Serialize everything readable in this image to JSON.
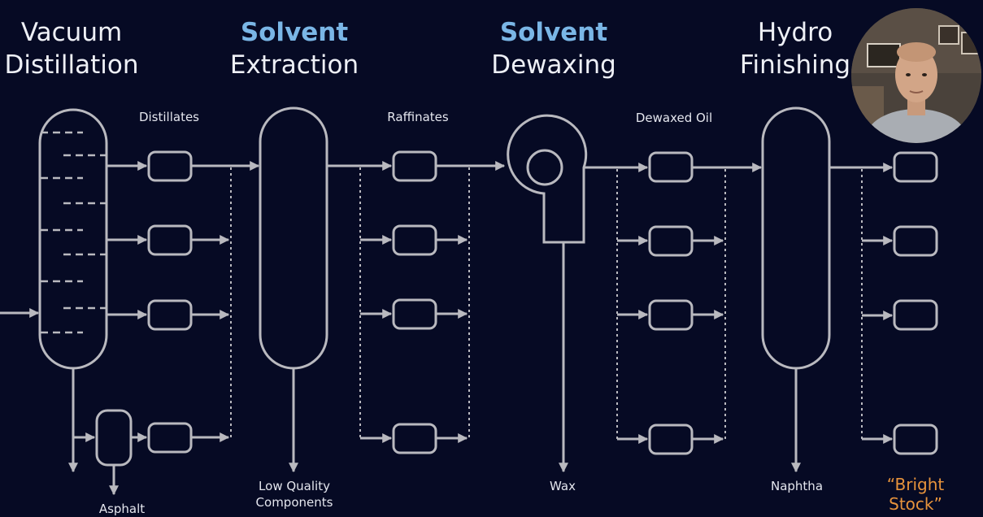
{
  "stages": [
    {
      "accent": "",
      "main": "Vacuum",
      "sub": "Distillation"
    },
    {
      "accent": "Solvent",
      "main": "",
      "sub": "Extraction"
    },
    {
      "accent": "Solvent",
      "main": "",
      "sub": "Dewaxing"
    },
    {
      "accent": "",
      "main": "Hydro",
      "sub": "Finishing"
    }
  ],
  "labels": {
    "distillates": "Distillates",
    "raffinates": "Raffinates",
    "dewaxed_oil": "Dewaxed Oil",
    "asphalt": "Asphalt",
    "low_quality_1": "Low Quality",
    "low_quality_2": "Components",
    "wax": "Wax",
    "naphtha": "Naphtha",
    "bright_stock_1": "“Bright",
    "bright_stock_2": "Stock”"
  },
  "colors": {
    "background": "#060a24",
    "accent": "#7ab6e6",
    "line": "#b9b9bf",
    "highlight": "#e7933c"
  },
  "presenter": {
    "icon": "presenter-webcam-photo"
  }
}
